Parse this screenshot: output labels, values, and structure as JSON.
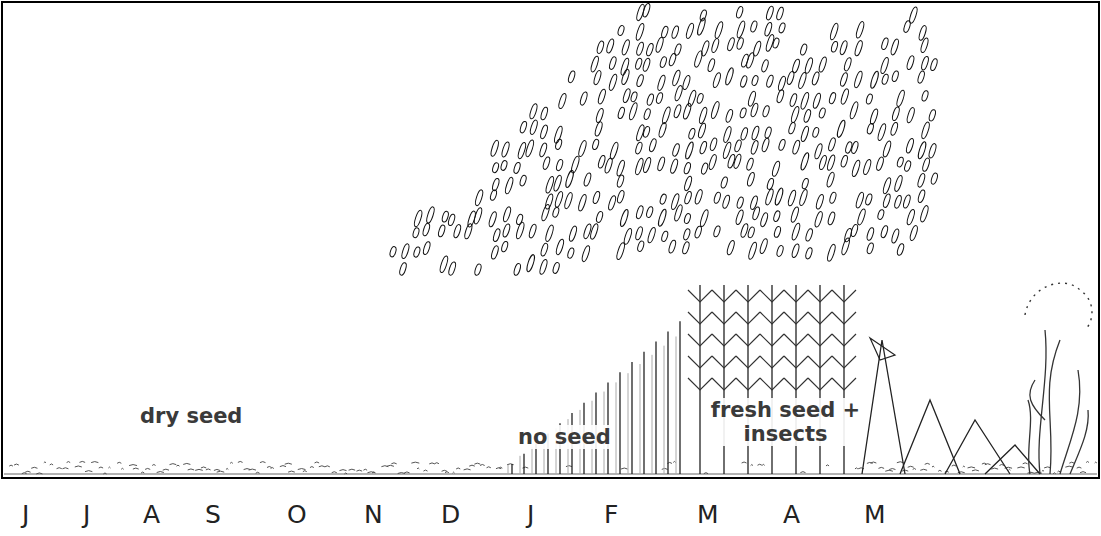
{
  "diagram": {
    "labels": [
      "dry seed",
      "no seed",
      "fresh seed + insects",
      "J",
      "J",
      "A",
      "S",
      "O",
      "N",
      "D",
      "J",
      "F",
      "M",
      "A",
      "M"
    ]
  }
}
